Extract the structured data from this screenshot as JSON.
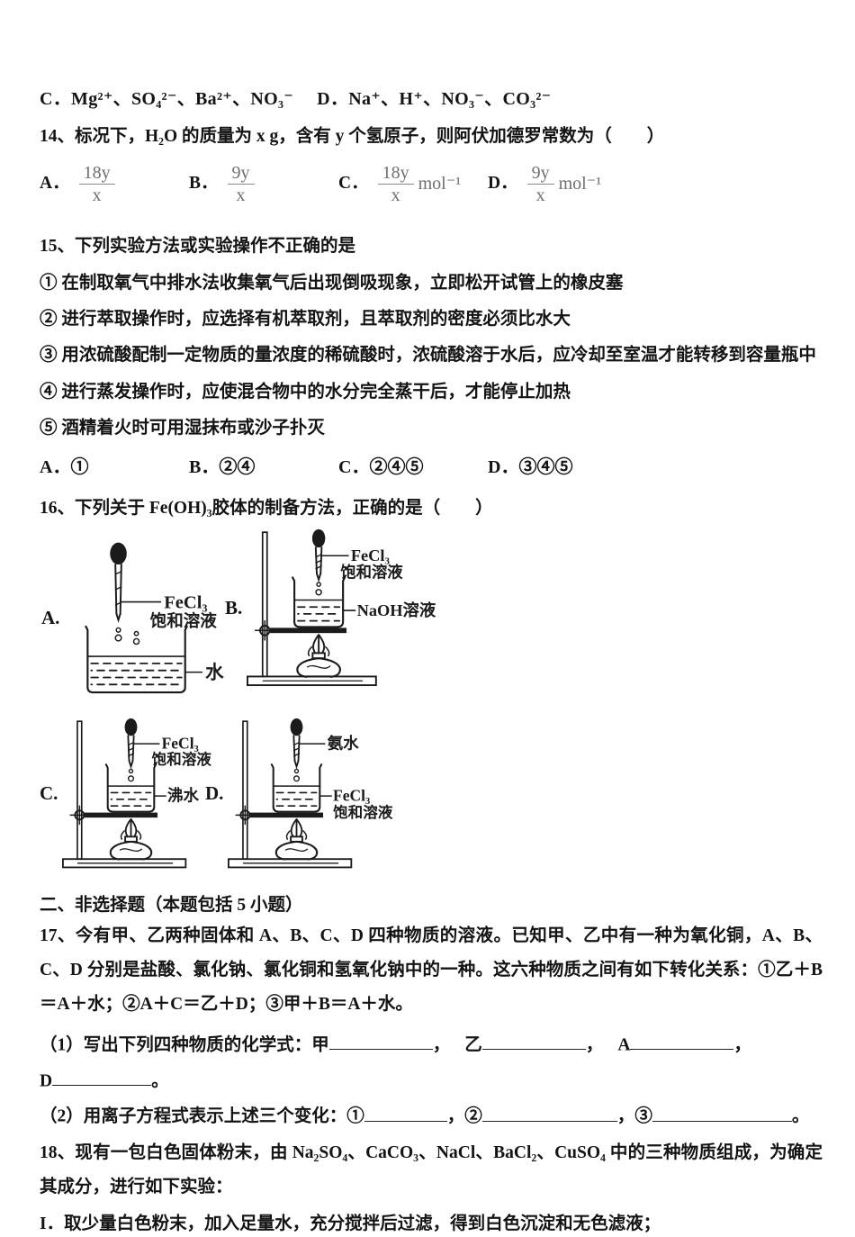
{
  "prev_q": {
    "option_c": "C．Mg²⁺、SO₄²⁻、Ba²⁺、NO₃⁻",
    "option_d": "D．Na⁺、H⁺、NO₃⁻、CO₃²⁻"
  },
  "q14": {
    "stem": "14、标况下，H₂O 的质量为 x g，含有 y 个氢原子，则阿伏加德罗常数为（　　）",
    "options": [
      {
        "label": "A．",
        "num": "18y",
        "den": "x",
        "suffix": ""
      },
      {
        "label": "B．",
        "num": "9y",
        "den": "x",
        "suffix": ""
      },
      {
        "label": "C．",
        "num": "18y",
        "den": "x",
        "suffix": "mol⁻¹"
      },
      {
        "label": "D．",
        "num": "9y",
        "den": "x",
        "suffix": "mol⁻¹"
      }
    ]
  },
  "q15": {
    "stem": "15、下列实验方法或实验操作不正确的是",
    "statements": [
      "① 在制取氧气中排水法收集氧气后出现倒吸现象，立即松开试管上的橡皮塞",
      "② 进行萃取操作时，应选择有机萃取剂，且萃取剂的密度必须比水大",
      "③ 用浓硫酸配制一定物质的量浓度的稀硫酸时，浓硫酸溶于水后，应冷却至室温才能转移到容量瓶中",
      "④ 进行蒸发操作时，应使混合物中的水分完全蒸干后，才能停止加热",
      "⑤ 酒精着火时可用湿抹布或沙子扑灭"
    ],
    "options": [
      "A．①",
      "B．②④",
      "C．②④⑤",
      "D．③④⑤"
    ]
  },
  "q16": {
    "stem": "16、下列关于 Fe(OH)₃胶体的制备方法，正确的是（　　）",
    "diagrams": [
      {
        "label": "A.",
        "type": "simple",
        "dropper_label": [
          "FeCl₃",
          "饱和溶液"
        ],
        "beaker_label": [
          "水"
        ]
      },
      {
        "label": "B.",
        "type": "stand",
        "dropper_label": [
          "FeCl₃",
          "饱和溶液"
        ],
        "beaker_label": [
          "NaOH溶液"
        ]
      },
      {
        "label": "C.",
        "type": "stand",
        "dropper_label": [
          "FeCl₃",
          "饱和溶液"
        ],
        "beaker_label": [
          "沸水"
        ]
      },
      {
        "label": "D.",
        "type": "stand",
        "dropper_label": [
          "氨水"
        ],
        "beaker_label": [
          "FeCl₃",
          "饱和溶液"
        ]
      }
    ]
  },
  "section2": {
    "heading": "二、非选择题（本题包括 5 小题）"
  },
  "q17": {
    "stem": "17、今有甲、乙两种固体和 A、B、C、D 四种物质的溶液。已知甲、乙中有一种为氧化铜，A、B、C、D 分别是盐酸、氯化钠、氯化铜和氢氧化钠中的一种。这六种物质之间有如下转化关系：①乙＋B＝A＋水；②A＋C＝乙＋D；③甲＋B＝A＋水。",
    "sub1": {
      "prefix": "（1）写出下列四种物质的化学式：甲",
      "sep1": "，",
      "label2": "乙",
      "sep2": "，",
      "label3": "A",
      "sep3": "，",
      "label4": "D",
      "end": "。"
    },
    "sub2": {
      "prefix": "（2）用离子方程式表示上述三个变化：①",
      "sep1": "，",
      "label2": "②",
      "sep2": "，",
      "label3": "③",
      "end": "。"
    }
  },
  "q18": {
    "stem": "18、现有一包白色固体粉末，由 Na₂SO₄、CaCO₃、NaCl、BaCl₂、CuSO₄ 中的三种物质组成，为确定其成分，进行如下实验：",
    "step1": "I．取少量白色粉末，加入足量水，充分搅拌后过滤，得到白色沉淀和无色滤液；"
  }
}
